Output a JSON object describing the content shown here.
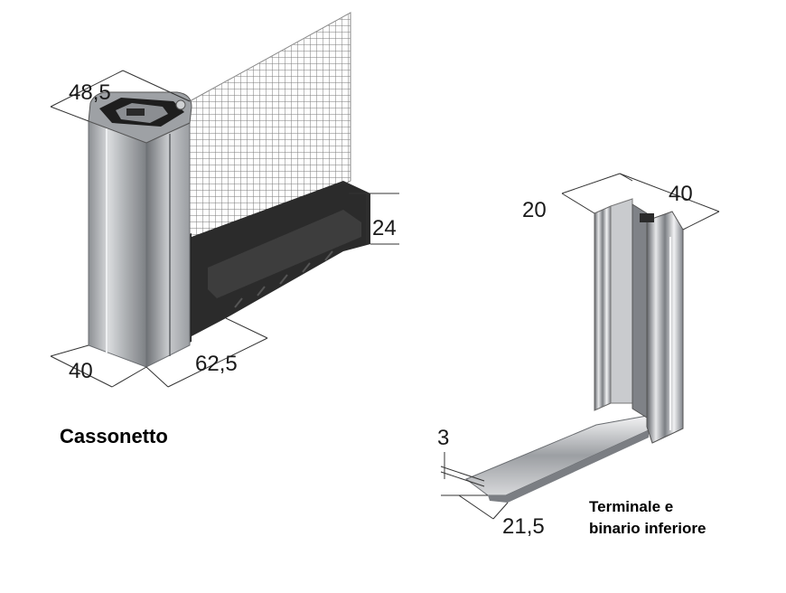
{
  "left_product": {
    "caption": "Cassonetto",
    "dims": {
      "d1": "48,5",
      "d2": "24",
      "d3": "40",
      "d4": "62,5"
    }
  },
  "right_product": {
    "caption_line1": "Terminale e",
    "caption_line2": "binario inferiore",
    "dims": {
      "d1": "20",
      "d2": "40",
      "d3": "3",
      "d4": "21,5"
    }
  },
  "colors": {
    "aluminum_light": "#d2d4d6",
    "aluminum_dark": "#8e9195",
    "gasket_black": "#2a2a2a",
    "mesh": "#6a6a6a"
  }
}
